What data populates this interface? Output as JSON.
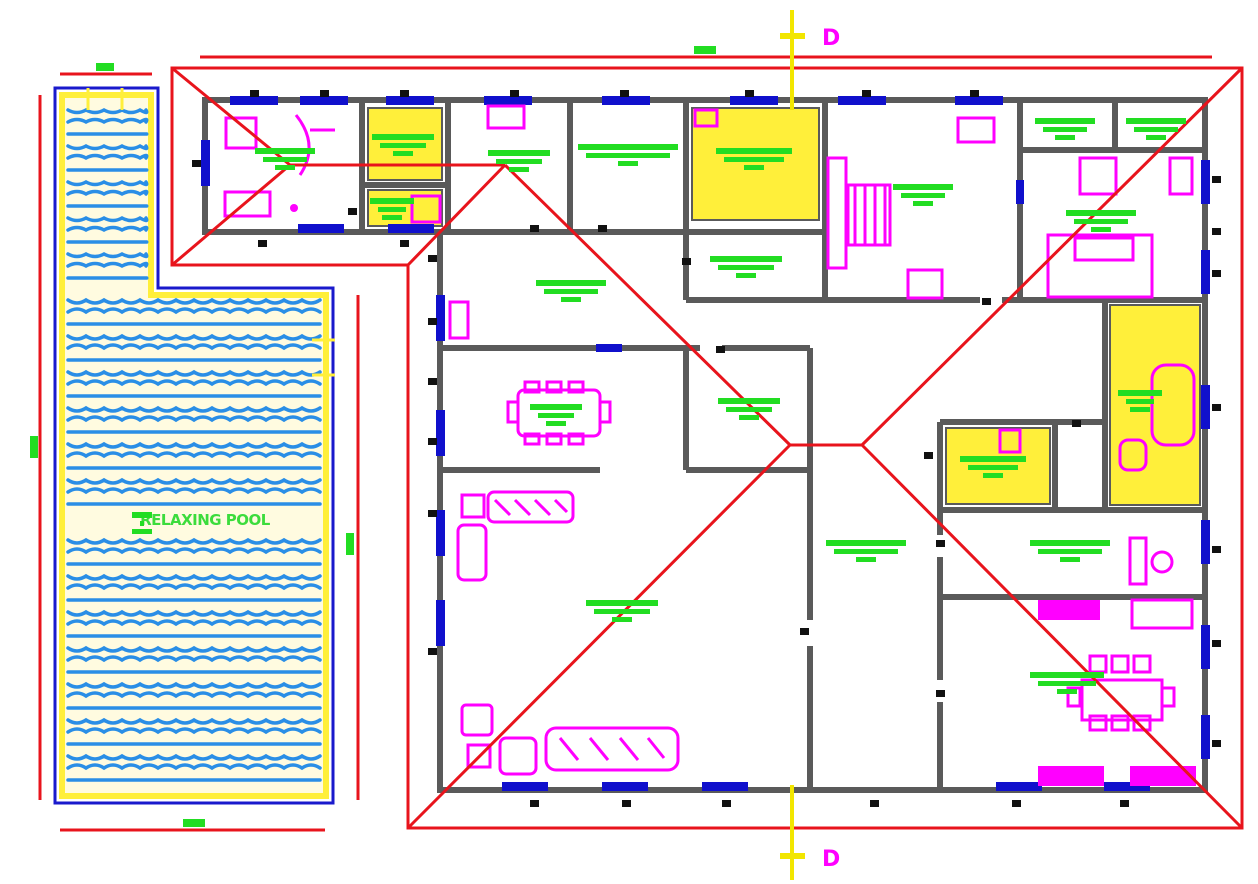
{
  "plan": {
    "pool_label": "RELAXING POOL",
    "section_marker_top": "D",
    "section_marker_bottom": "D"
  },
  "colors": {
    "roof_outline": "#e8141c",
    "wall": "#5a5a5a",
    "window": "#1010cc",
    "furniture": "#ff00ff",
    "tile_fill": "#ffef3a",
    "label": "#22dd22",
    "water": "#2a8ee6",
    "pool_edge": "#1a1acc",
    "section_line": "#f2e600"
  },
  "icons": [
    "relaxing-pool-water",
    "sofa-set",
    "dining-table",
    "bed",
    "bathtub",
    "toilet",
    "stair",
    "section-marker"
  ]
}
